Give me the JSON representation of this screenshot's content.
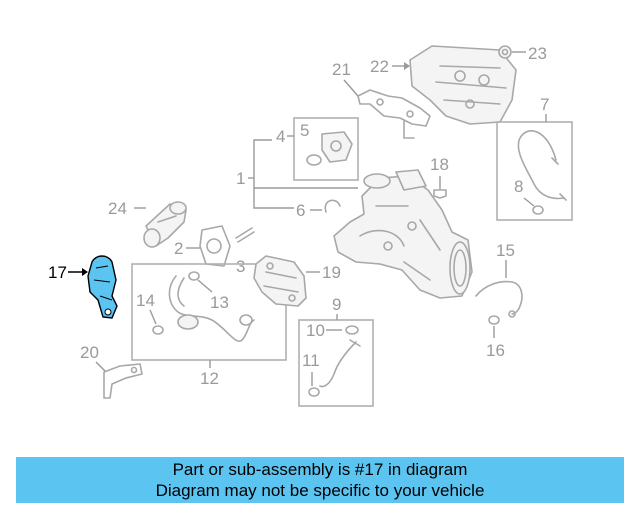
{
  "diagram": {
    "highlight_color": "#5bc4f1",
    "labels": {
      "p1": "1",
      "p2": "2",
      "p3": "3",
      "p4": "4",
      "p5": "5",
      "p6": "6",
      "p7": "7",
      "p8": "8",
      "p9": "9",
      "p10": "10",
      "p11": "11",
      "p12": "12",
      "p13": "13",
      "p14": "14",
      "p15": "15",
      "p16": "16",
      "p17": "17",
      "p18": "18",
      "p19": "19",
      "p20": "20",
      "p21": "21",
      "p22": "22",
      "p23": "23",
      "p24": "24"
    }
  },
  "caption": {
    "line1": "Part or sub-assembly is #17 in diagram",
    "line2": "Diagram may not be specific to your vehicle",
    "background": "#5bc4f1"
  }
}
